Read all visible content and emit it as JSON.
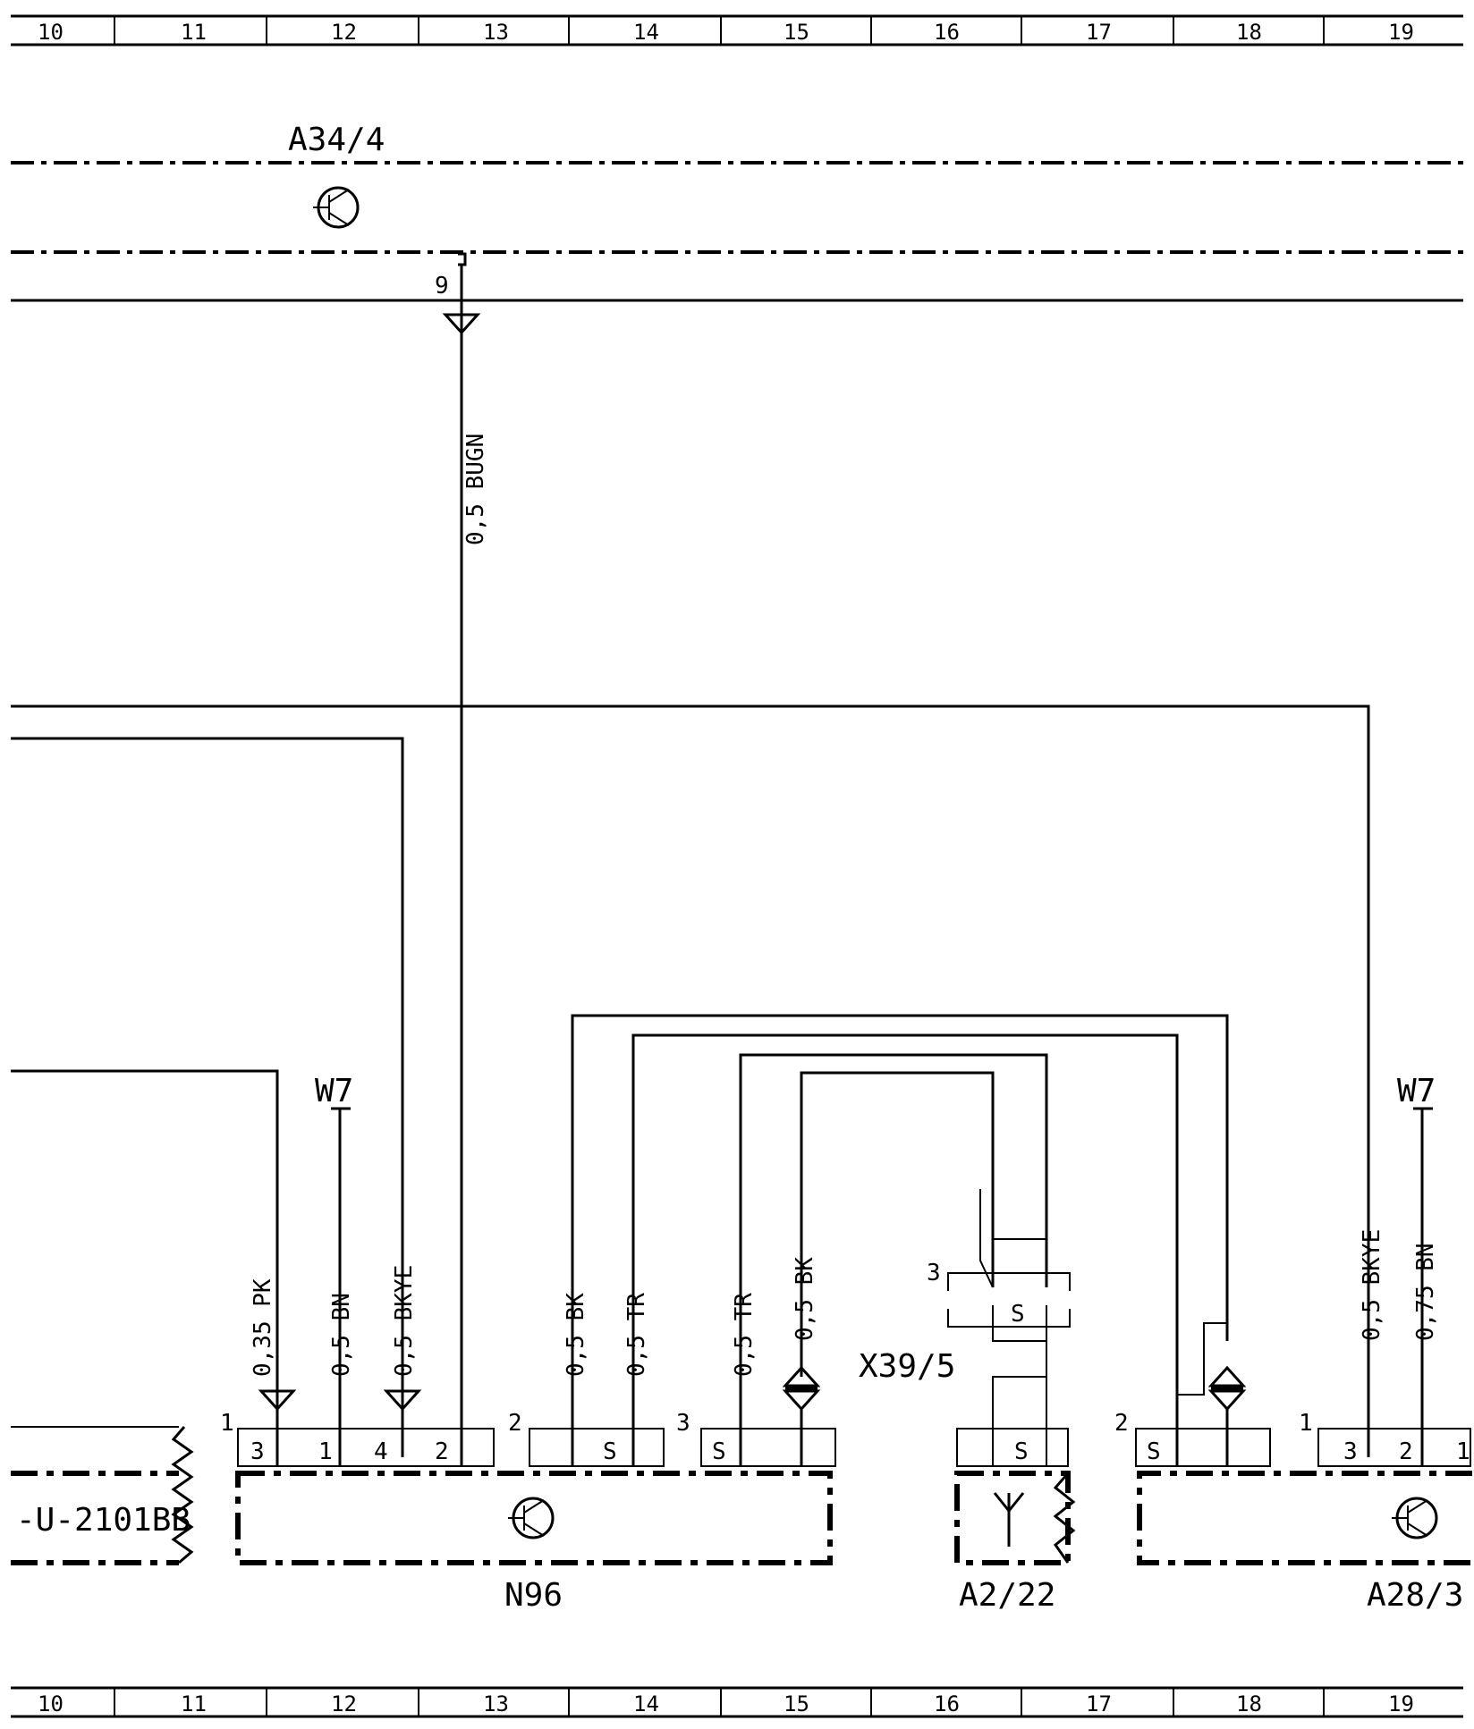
{
  "grid": {
    "cells": [
      "10",
      "11",
      "12",
      "13",
      "14",
      "15",
      "16",
      "17",
      "18",
      "19"
    ]
  },
  "components": {
    "a34_4": "A34/4",
    "n96": "N96",
    "a2_22": "A2/22",
    "a28_3": "A28/3",
    "x39_5": "X39/5",
    "w7_left": "W7",
    "w7_right": "W7",
    "left_partial": "-U-2101BB"
  },
  "wires": {
    "bugn": "0,5 BUGN",
    "pk": "0,35 PK",
    "bn_left": "0,5 BN",
    "bkye_left": "0,5 BKYE",
    "bk_left": "0,5 BK",
    "tr_1": "0,5 TR",
    "tr_2": "0,5 TR",
    "bk_right": "0,5 BK",
    "bkye_right": "0,5 BKYE",
    "bn_right": "0,75 BN"
  },
  "pins": {
    "a34_pin": "9",
    "n96_c1": "1",
    "n96_p3": "3",
    "n96_p1": "1",
    "n96_p4": "4",
    "n96_p2": "2",
    "n96_c2": "2",
    "n96_c3": "3",
    "x39_pin": "3",
    "a28_c2": "2",
    "a28_c1": "1",
    "a28_p3": "3",
    "a28_p2": "2",
    "a28_p1": "1",
    "shield": "S"
  }
}
